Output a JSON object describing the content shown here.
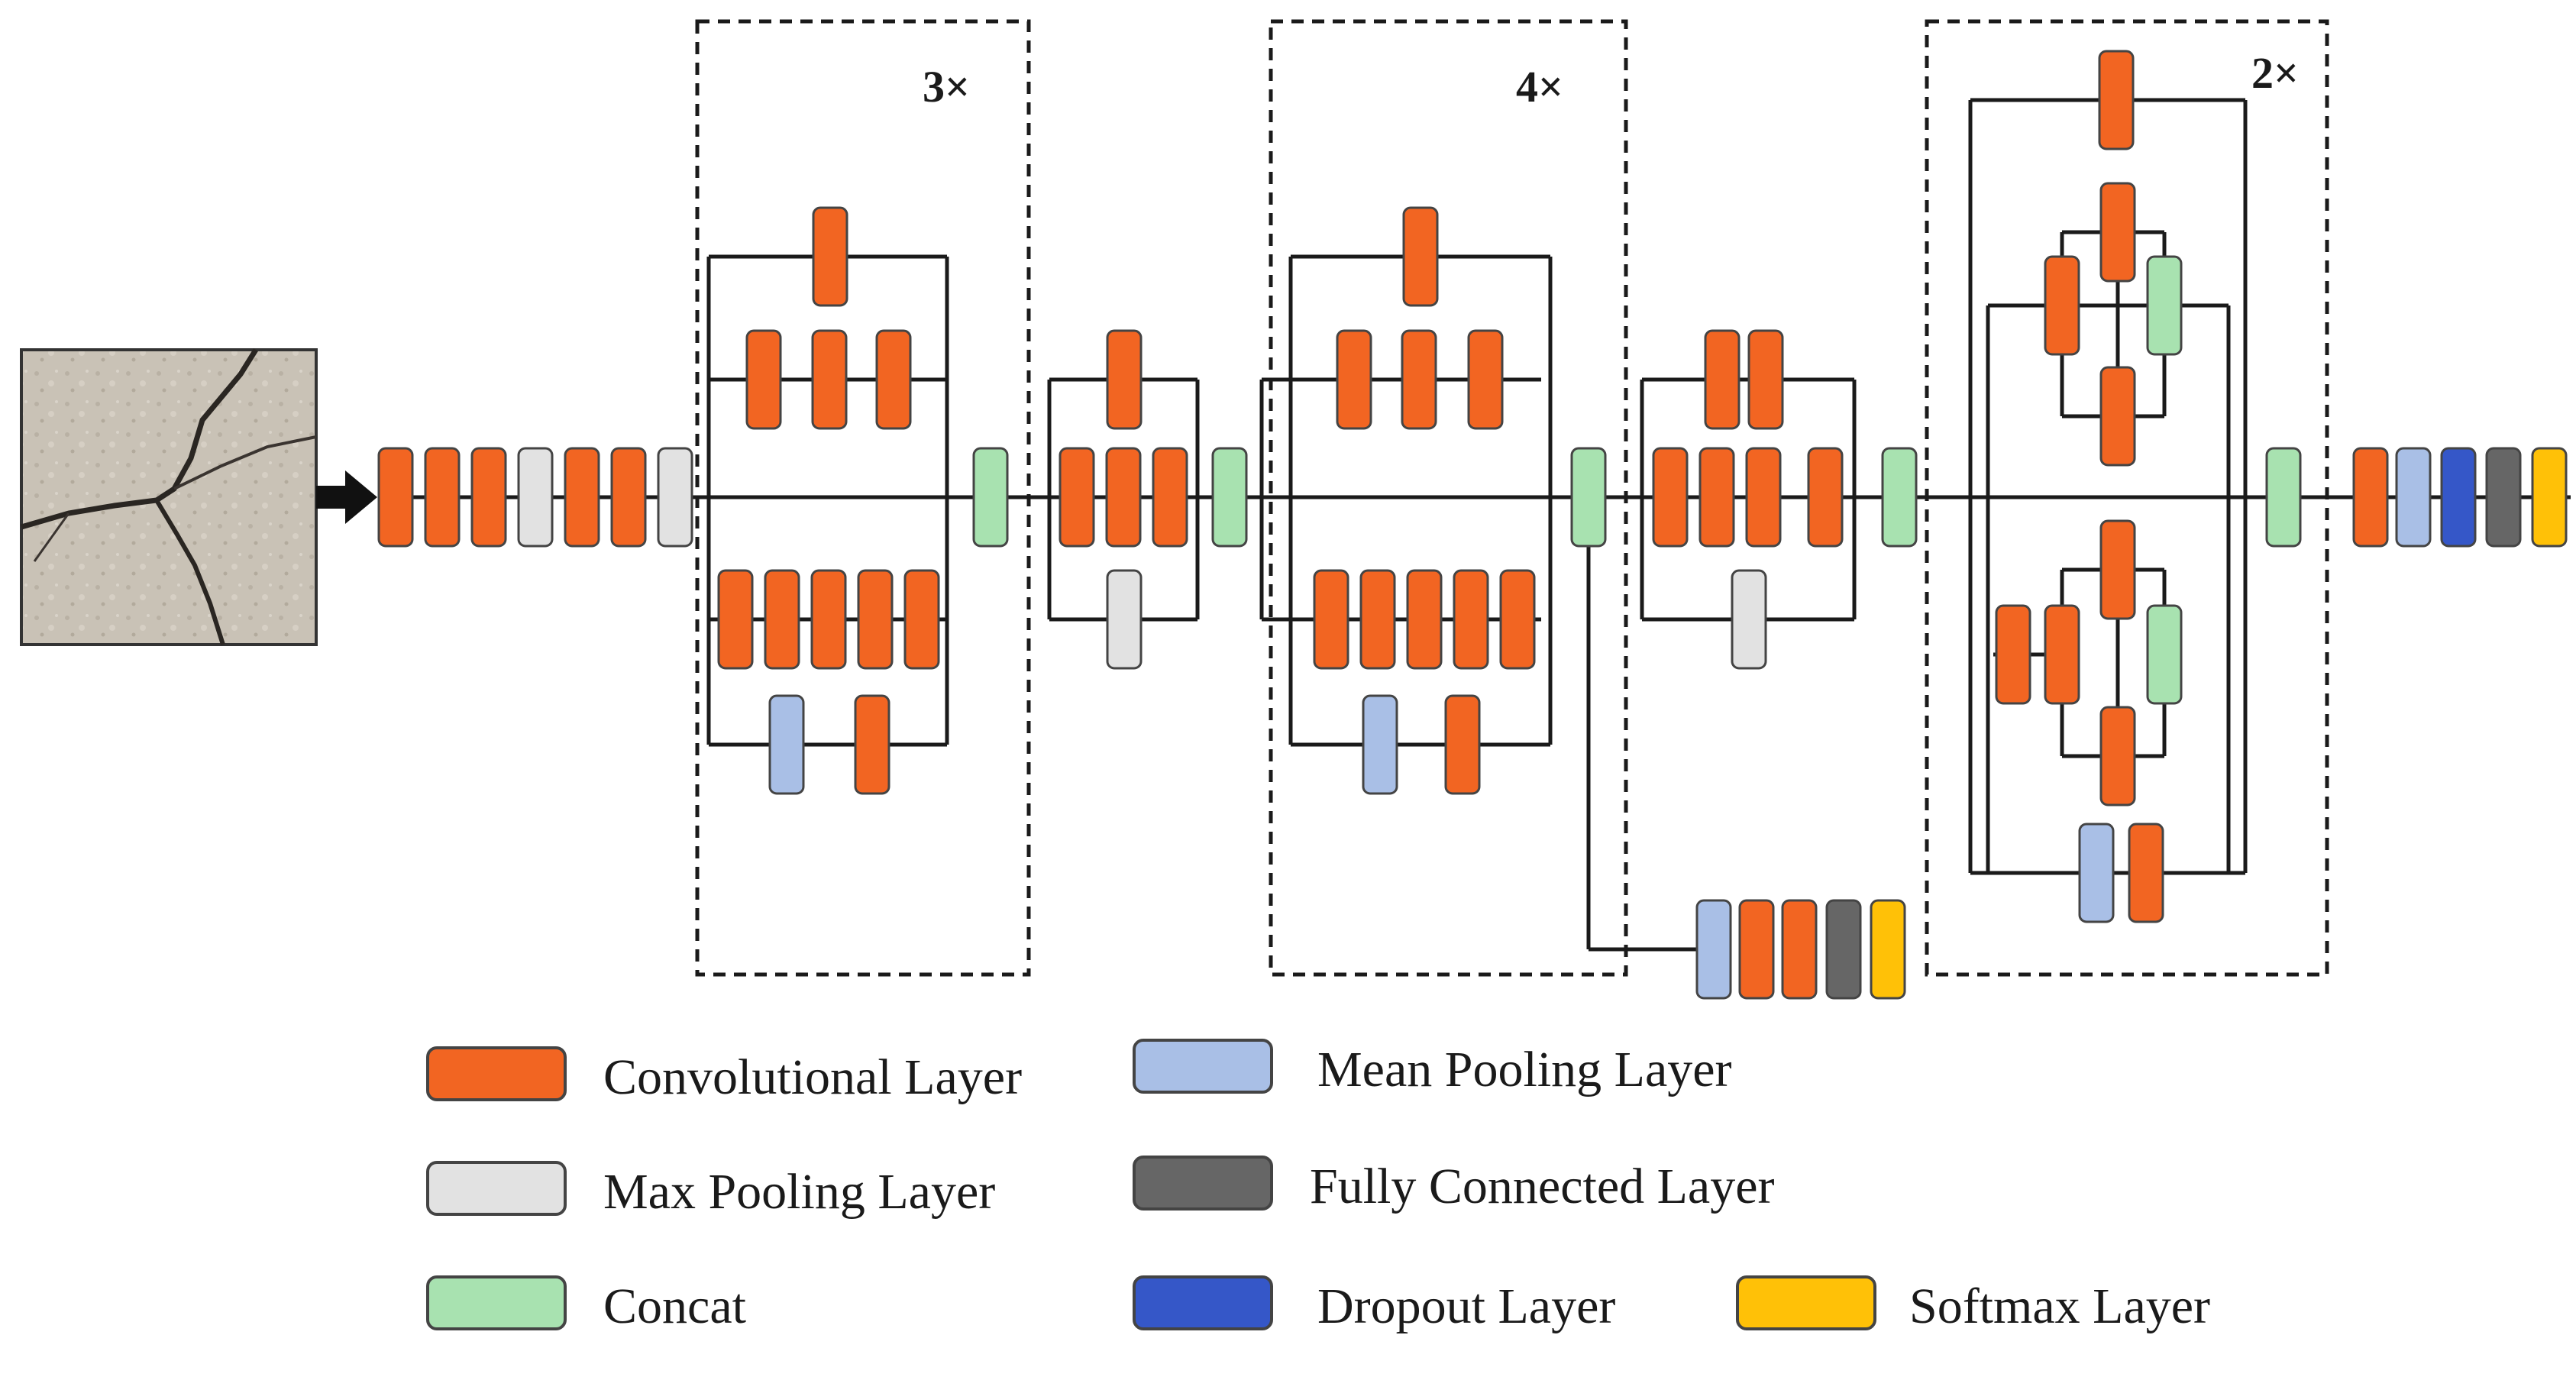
{
  "colors": {
    "conv": "#f26522",
    "maxpool": "#e2e2e2",
    "concat": "#a8e2b0",
    "meanpool": "#a9bfe6",
    "fc": "#666666",
    "dropout": "#3557c8",
    "softmax": "#ffc107"
  },
  "input_image": {
    "description_icon": "concrete-crack-photo"
  },
  "modules": [
    {
      "repeat_label": "3×"
    },
    {
      "repeat_label": "4×"
    },
    {
      "repeat_label": "2×"
    }
  ],
  "legend": [
    {
      "type": "conv",
      "label": "Convolutional Layer"
    },
    {
      "type": "maxpool",
      "label": "Max Pooling Layer"
    },
    {
      "type": "concat",
      "label": "Concat"
    },
    {
      "type": "meanpool",
      "label": "Mean Pooling Layer"
    },
    {
      "type": "fc",
      "label": "Fully Connected Layer"
    },
    {
      "type": "dropout",
      "label": "Dropout Layer"
    },
    {
      "type": "softmax",
      "label": "Softmax Layer"
    }
  ]
}
